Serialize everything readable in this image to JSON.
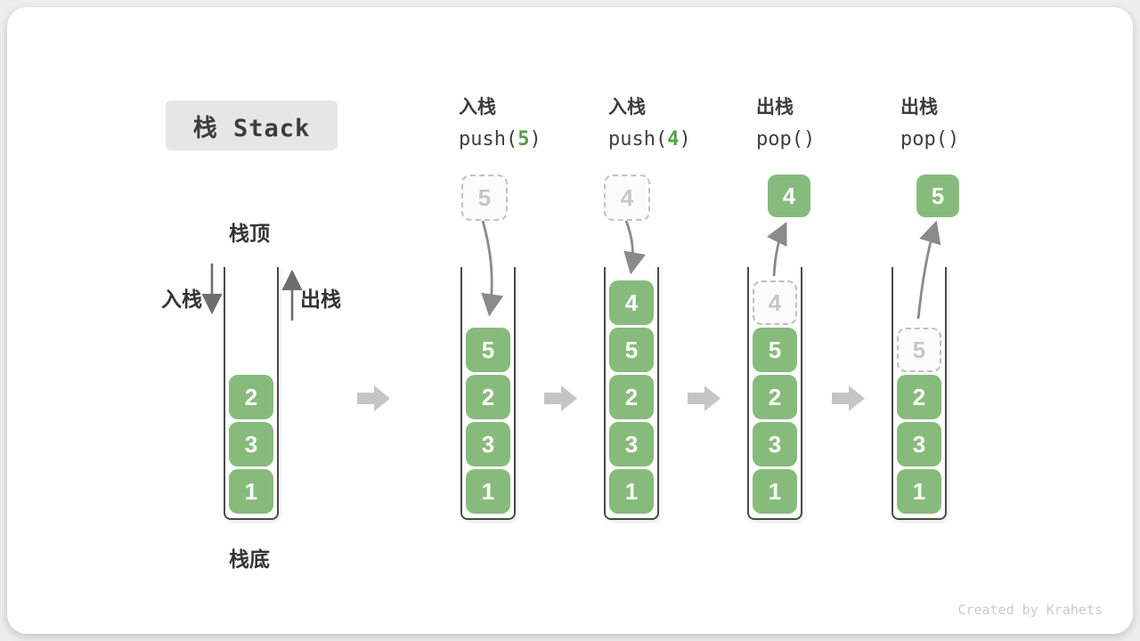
{
  "title": "栈 Stack",
  "labels": {
    "stack_top": "栈顶",
    "stack_bottom": "栈底",
    "push": "入栈",
    "pop": "出栈"
  },
  "operations": [
    {
      "name": "入栈",
      "fn_open": "push(",
      "arg": "5",
      "fn_close": ")"
    },
    {
      "name": "入栈",
      "fn_open": "push(",
      "arg": "4",
      "fn_close": ")"
    },
    {
      "name": "出栈",
      "fn_open": "pop(",
      "arg": "",
      "fn_close": ")"
    },
    {
      "name": "出栈",
      "fn_open": "pop(",
      "arg": "",
      "fn_close": ")"
    }
  ],
  "stacks": [
    {
      "items": [
        "2",
        "3",
        "1"
      ]
    },
    {
      "floating": "5",
      "items": [
        "5",
        "2",
        "3",
        "1"
      ]
    },
    {
      "floating": "4",
      "items": [
        "4",
        "5",
        "2",
        "3",
        "1"
      ]
    },
    {
      "floating": "4",
      "ghost": "4",
      "items": [
        "5",
        "2",
        "3",
        "1"
      ]
    },
    {
      "floating": "5",
      "ghost": "5",
      "items": [
        "2",
        "3",
        "1"
      ]
    }
  ],
  "watermark": "Created by Krahets",
  "colors": {
    "item_green": "#87bb7b",
    "code_arg_green": "#569e47",
    "block_arrow_gray": "#c5c5c5",
    "curve_arrow_gray": "#8a8a8a",
    "straight_arrow_gray": "#6e6e6e",
    "title_bg": "#e6e6e6",
    "text_dark": "#3c3c3c",
    "ghost_gray": "#c6c6c6"
  }
}
